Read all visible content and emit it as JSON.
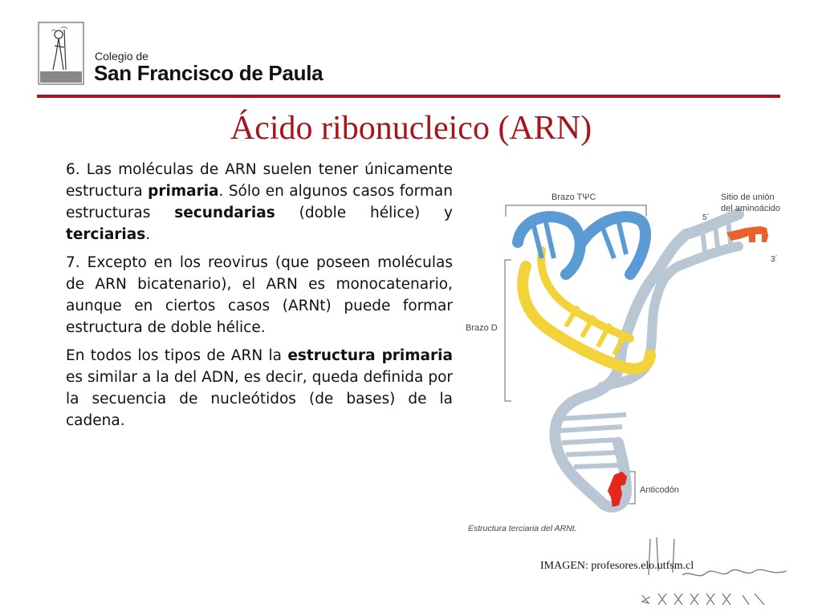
{
  "header": {
    "logo_line1": "Colegio de",
    "logo_line2": "San Francisco de Paula",
    "accent_color": "#a8141b"
  },
  "slide": {
    "title": "Ácido ribonucleico (ARN)",
    "paragraphs": [
      [
        {
          "t": "6. Las moléculas de ARN suelen tener únicamente estructura ",
          "b": false
        },
        {
          "t": "primaria",
          "b": true
        },
        {
          "t": ". Sólo en algunos casos forman estructuras ",
          "b": false
        },
        {
          "t": "secundarias",
          "b": true
        },
        {
          "t": " (doble hélice) y ",
          "b": false
        },
        {
          "t": "terciarias",
          "b": true
        },
        {
          "t": ".",
          "b": false
        }
      ],
      [
        {
          "t": "7. Excepto en los reovirus (que poseen moléculas de ARN bicatenario), el ARN es monocatenario, aunque en ciertos casos (ARNt) puede formar estructura de doble hélice.",
          "b": false
        }
      ],
      [
        {
          "t": "En todos los tipos de ARN la ",
          "b": false
        },
        {
          "t": "estructura primaria",
          "b": true
        },
        {
          "t": " es similar a la del ADN, es decir, queda definida por la secuencia de nucleótidos (de bases) de la cadena.",
          "b": false
        }
      ]
    ]
  },
  "figure": {
    "label_arm_top": "Brazo TΨC",
    "label_site_1": "Sitio de unión",
    "label_site_2": "del aminoácido",
    "label_5": "5´",
    "label_3": "3´",
    "label_arm_d": "Brazo D",
    "label_anticodon": "Anticodón",
    "caption": "Estructura terciaria del ARNt.",
    "colors": {
      "blue": "#5b9bd5",
      "gray": "#b9c6d3",
      "yellow": "#f2d33a",
      "orange": "#e8622e",
      "red": "#e4271b"
    }
  },
  "credit": "IMAGEN: profesores.elo.utfsm.cl"
}
